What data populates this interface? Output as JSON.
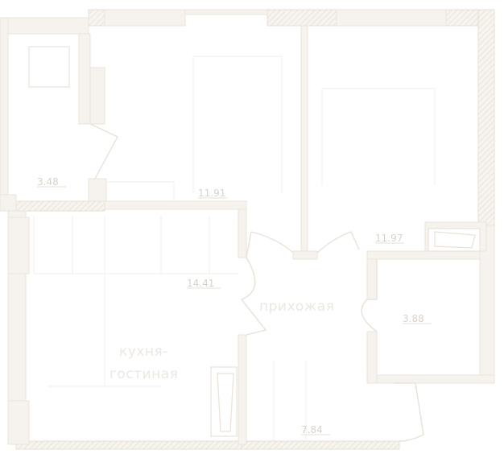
{
  "rooms": [
    {
      "id": "bathroom",
      "area": "3.48"
    },
    {
      "id": "bedroom-1",
      "area": "11.91"
    },
    {
      "id": "bedroom-2",
      "area": "11.97"
    },
    {
      "id": "kitchen-living",
      "area": "14.41",
      "name_line1": "кухня-",
      "name_line2": "гостиная"
    },
    {
      "id": "hallway",
      "area": "7.84",
      "name": "прихожая"
    },
    {
      "id": "wc",
      "area": "3.88"
    }
  ]
}
